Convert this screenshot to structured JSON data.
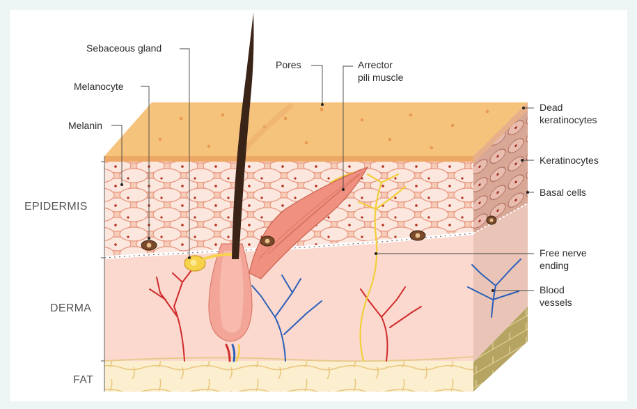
{
  "diagram": {
    "layers": {
      "epidermis": "EPIDERMIS",
      "derma": "DERMA",
      "fat": "FAT"
    },
    "callouts": {
      "sebaceous_gland": "Sebaceous gland",
      "melanocyte": "Melanocyte",
      "melanin": "Melanin",
      "pores": "Pores",
      "arrector_line1": "Arrector",
      "arrector_line2": "pili muscle",
      "dead_line1": "Dead",
      "dead_line2": "keratinocytes",
      "keratinocytes": "Keratinocytes",
      "basal_cells": "Basal cells",
      "nerve_line1": "Free nerve",
      "nerve_line2": "ending",
      "blood_line1": "Blood",
      "blood_line2": "vessels"
    },
    "colors": {
      "surface": "#f6c37c",
      "epidermis": "#f6cdb8",
      "derma": "#fbd9cf",
      "fat": "#fbefd0",
      "artery": "#d02a2a",
      "vein": "#2b5fb8",
      "nerve": "#f1cf3a",
      "hair": "#3a2418"
    }
  }
}
